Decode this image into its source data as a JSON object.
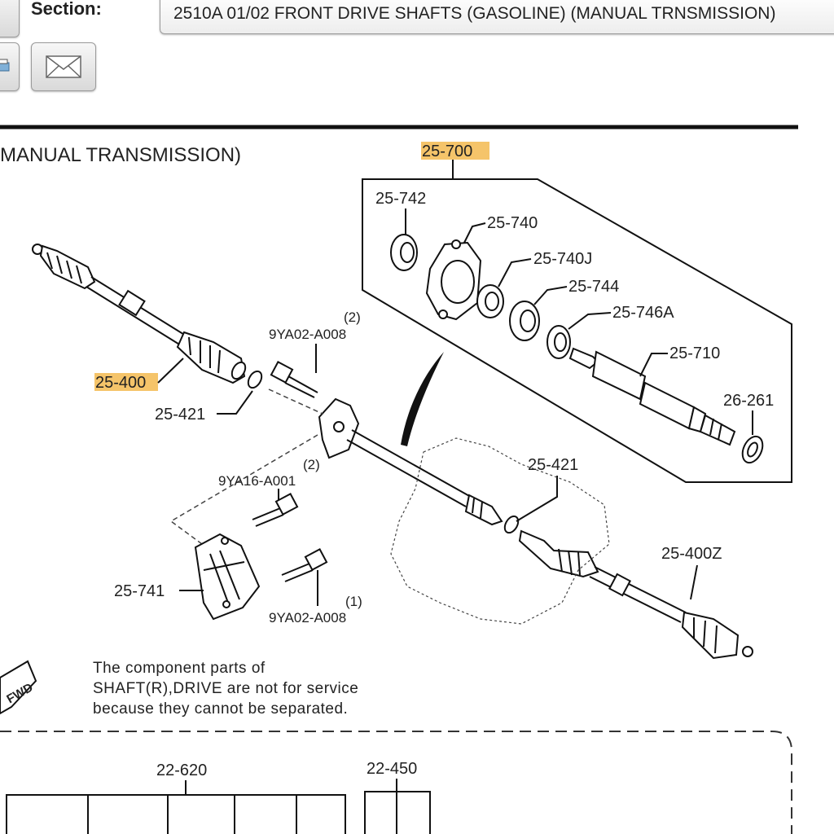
{
  "header": {
    "section_label": "Section:",
    "section_value": "2510A 01/02 FRONT DRIVE SHAFTS (GASOLINE) (MANUAL TRNSMISSION)"
  },
  "toolbar": {
    "icons": [
      "print-icon",
      "mail-icon"
    ]
  },
  "diagram": {
    "heading": "MANUAL TRANSMISSION)",
    "callouts": {
      "assembly": "25-700",
      "left_shaft": "25-400",
      "right_shaft": "25-400Z",
      "clip_left": "25-421",
      "clip_right": "25-421",
      "seal": "25-742",
      "bearing_housing": "25-740",
      "bearing_ring": "25-740J",
      "bearing": "25-744",
      "snap_ring": "25-746A",
      "joint_shaft": "25-710",
      "oil_seal": "26-261",
      "bracket": "25-741",
      "bolt_top": "9YA02-A008",
      "bolt_top_qty": "(2)",
      "bolt_mid": "9YA16-A001",
      "bolt_mid_qty": "(2)",
      "bolt_bottom": "9YA02-A008",
      "bolt_bottom_qty": "(1)",
      "lower_a": "22-620",
      "lower_b": "22-450"
    },
    "fwd": "FWD",
    "note": [
      "The component parts of",
      "SHAFT(R),DRIVE are not for service",
      "because they cannot be separated."
    ],
    "highlight_color": "#f5c46a"
  }
}
